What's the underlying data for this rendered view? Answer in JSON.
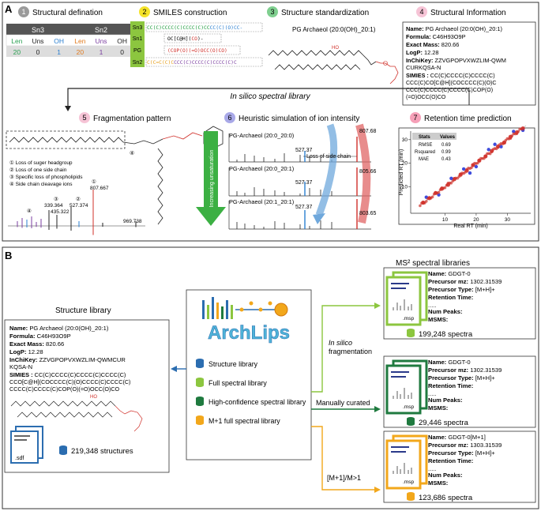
{
  "panelA": {
    "label": "A",
    "steps": [
      {
        "num": "1",
        "title": "Structural defination",
        "color": "#9a9a9a"
      },
      {
        "num": "2",
        "title": "SMILES construction",
        "color": "#f5e32a"
      },
      {
        "num": "3",
        "title": "Structure standardization",
        "color": "#7fcf8f"
      },
      {
        "num": "4",
        "title": "Structural Information",
        "color": "#f6c4d6"
      }
    ],
    "sn_table": {
      "headers": [
        "Sn3",
        "Sn2"
      ],
      "cols": [
        "Len",
        "Uns",
        "OH",
        "Len",
        "Uns",
        "OH"
      ],
      "vals": [
        "20",
        "0",
        "1",
        "20",
        "1",
        "0"
      ],
      "colColors": [
        "#2aa052",
        "#222222",
        "#2b7fd0",
        "#e07b20",
        "#7b3fa0",
        "#222222"
      ]
    },
    "smiles": {
      "labels": [
        "Sn3",
        "Sn1",
        "PG",
        "Sn2"
      ],
      "line1": "CC(C)CCCC(C)CCCC(C)CC",
      "line1b": "CC(C)(O)CC-",
      "line2": "OC[C@H](",
      "line2b": "CO",
      "line2c": ")-",
      "line3": "(COP(O)(=O)OCC(O)CO)",
      "line4a": "C(C=C(C)C",
      "line4b": "CCC(C)CCCC(C)CCCC(C)C"
    },
    "std": {
      "name": "PG Archaeol (20:0(OH)_20:1)"
    },
    "info": {
      "name_label": "Name:",
      "name": " PG Archaeol (20:0(OH)_20:1)",
      "formula_label": "Formula:",
      "formula": " C46H93O9P",
      "mass_label": "Exact Mass:",
      "mass": " 820.66",
      "logp_label": "LogP:",
      "logp": " 12.28",
      "inchi_label": "InChiKey:",
      "inchi1": " ZZVGPOPVXWZLIM-QWM",
      "inchi2": "CURKQSA-N",
      "smiles_label": "SIMIES :",
      "s1": " CC(C)CCCC(C)CCCC(C)",
      "s2": "CCC(C)CO[C@H](COCCCC(C)(O)C",
      "s3": "CCC(C)CCCC(C)CCCC(C)COP(O)",
      "s4": "(=O)OCC(O)CO"
    },
    "silico_label": "In silico spectral library",
    "steps2": [
      {
        "num": "5",
        "title": "Fragmentation pattern",
        "color": "#f6c4d6"
      },
      {
        "num": "6",
        "title": "Heuristic simulation of ion intensity",
        "color": "#a9a9e8"
      },
      {
        "num": "7",
        "title": "Retention time prediction",
        "color": "#f6a0b8"
      }
    ],
    "frag": {
      "legend": [
        "① Loss of suger headgroup",
        "② Loss of one side chain",
        "③ Specific loss of phospholipids",
        "④ Side chain cleavage ions"
      ],
      "circ4": "④",
      "peakA": "③",
      "peakB": "②",
      "peakC": "①",
      "m1": "339.364",
      "m2": "435.322",
      "m3": "527.374",
      "m4": "807.667",
      "m5": "969.738"
    },
    "heur": {
      "arrow": "Increasing unsaturation",
      "s1": "PG-Archaeol (20:0_20:0)",
      "s2": "PG-Archaeol (20:0_20:1)",
      "s3": "PG-Archaeol (20:1_20:1)",
      "p1": "527.37",
      "p2": "527.37",
      "p3": "527.37",
      "q1": "807.68",
      "q2": "805.66",
      "q3": "803.65",
      "loss": "Loss of  side chain"
    },
    "rt": {
      "table_h": [
        "Stats",
        "Values"
      ],
      "rows": [
        [
          "RMSE",
          "0.69"
        ],
        [
          "Rsquared",
          "0.99"
        ],
        [
          "MAE",
          "0.43"
        ]
      ],
      "ylabel": "Predicted RT (min)",
      "xlabel": "Real RT (min)",
      "ticks": [
        "10",
        "20",
        "30"
      ]
    }
  },
  "chart_data": {
    "type": "scatter",
    "title": "Retention time prediction",
    "xlabel": "Real RT (min)",
    "ylabel": "Predicted RT (min)",
    "xlim": [
      0,
      37
    ],
    "ylim": [
      0,
      37
    ],
    "xticks": [
      10,
      20,
      30
    ],
    "yticks": [
      10,
      20,
      30
    ],
    "series": [
      {
        "color": "#d0302a",
        "x": [
          3,
          5,
          7,
          9,
          11,
          13,
          15,
          17,
          19,
          21,
          23,
          25,
          27,
          29,
          31,
          33,
          35
        ],
        "y": [
          3.2,
          5.1,
          7.3,
          9.1,
          10.8,
          13.2,
          15.1,
          16.8,
          19.2,
          21.1,
          22.9,
          25.2,
          27.1,
          28.8,
          31.2,
          33.1,
          34.8
        ]
      },
      {
        "color": "#2a3ad8",
        "x": [
          4,
          8,
          12,
          16,
          20,
          24,
          28,
          32,
          35,
          26,
          18
        ],
        "y": [
          5.5,
          6.5,
          13.5,
          17.5,
          18.5,
          25.8,
          27,
          33.5,
          34,
          28,
          15.8
        ]
      }
    ]
  },
  "panelB": {
    "label": "B",
    "struct_lib_title": "Structure library",
    "ms2_title": "MS² spectral libraries",
    "struct": {
      "name_label": "Name:",
      "name": " PG Archaeol (20:0(OH)_20:1)",
      "formula_label": "Formula:",
      "formula": " C46H93O9P",
      "mass_label": "Exact Mass:",
      "mass": " 820.66",
      "logp_label": "LogP:",
      "logp": " 12.28",
      "inchi_label": "InChiKey:",
      "inchi1": " ZZVGPOPVXWZLIM-QWMCUR",
      "inchi2": "KQSA-N",
      "smiles_label": "SIMIES :",
      "s1": " CC(C)CCCC(C)CCCC(C)CCCC(C)",
      "s2": "CCO[C@H](COCCCC(C)(O)CCCC(C)CCCC(C)",
      "s3": "CCCC(C)CCCC(C)COP(O)(=O)OCC(O)CO",
      "count": "219,348 structures",
      "ext": ".sdf"
    },
    "logo": "ArchLips",
    "legend": [
      "Structure library",
      "Full spectral library",
      "High-confidence spectral library",
      "M+1 full spectral library"
    ],
    "legendColors": [
      "#2b6db0",
      "#8cc63f",
      "#1f7a3f",
      "#f2a71b"
    ],
    "flows": [
      "In silico",
      "fragmentation",
      "Manually curated",
      "[M+1]/M>1"
    ],
    "libs": [
      {
        "color": "#8cc63f",
        "name": "GDGT-0",
        "mz": "1302.31539",
        "type": "[M+H]+",
        "count": "199,248 spectra"
      },
      {
        "color": "#1f7a3f",
        "name": "GDGT-0",
        "mz": "1302.31539",
        "type": "[M+H]+",
        "count": "29,446 spectra"
      },
      {
        "color": "#f2a71b",
        "name": "GDGT-0[M+1]",
        "mz": "1303.31539",
        "type": "[M+H]+",
        "count": "123,686 spectra"
      }
    ],
    "lib_labels": {
      "name": "Name:",
      "mz": "Precursor mz:",
      "type": "Precursor Type:",
      "rt": "Retention Time:",
      "dots": ".....",
      "np": "Num Peaks:",
      "ms": "MSMS:",
      "ext": ".msp"
    }
  }
}
